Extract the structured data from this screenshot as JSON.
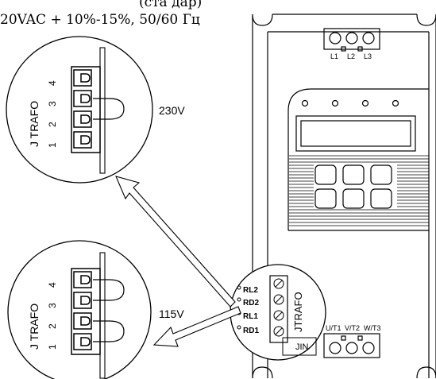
{
  "header": {
    "supply_caption": "20VAC + 10%-15%, 50/60 Гц",
    "top_partial": "(ста   дар)"
  },
  "inset_top": {
    "voltage": "230V",
    "connector_label": "J TRAFO",
    "pins": [
      "1",
      "2",
      "3",
      "4"
    ]
  },
  "inset_bottom": {
    "voltage": "115V",
    "connector_label": "J TRAFO",
    "pins": [
      "1",
      "2",
      "3",
      "4"
    ]
  },
  "device": {
    "input_terminals": [
      "L1",
      "L2",
      "L3"
    ],
    "output_terminals": [
      "U/T1",
      "V/T2",
      "W/T3"
    ],
    "relay_labels": [
      "RL2",
      "RD2",
      "RL1",
      "RD1"
    ],
    "jtrafo_label": "JTRAFO",
    "jin_label": "JIN"
  },
  "colors": {
    "ink": "#000000",
    "background": "#ffffff"
  }
}
